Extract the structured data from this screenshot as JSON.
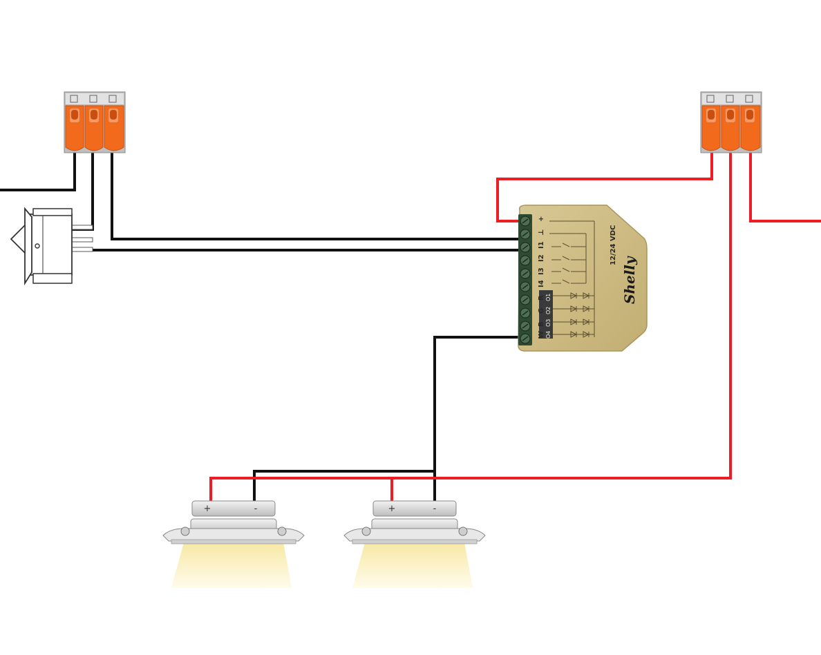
{
  "colors": {
    "black_wire": "#111111",
    "red_wire": "#ee1c24",
    "connector_orange": "#f26a1b",
    "connector_orange_dark": "#c94f10",
    "connector_orange_light": "#f59a66",
    "connector_grey": "#c8c8c8",
    "module_body": "#d1c08a",
    "module_body_dark": "#b5a36b",
    "terminal_green": "#3a5a3c",
    "lamp_silver": "#d9d9d9",
    "lamp_glow": "#fbf0b5"
  },
  "shelly_module": {
    "brand": "Shelly",
    "voltage": "12/24 VDC",
    "terminals": [
      "+",
      "⊥",
      "I1",
      "I2",
      "I3",
      "I4",
      "R",
      "G",
      "B",
      "W"
    ],
    "output_labels": [
      "O1",
      "O2",
      "O3",
      "O4"
    ]
  },
  "lamps": [
    {
      "plus": "+",
      "minus": "-"
    },
    {
      "plus": "+",
      "minus": "-"
    }
  ]
}
